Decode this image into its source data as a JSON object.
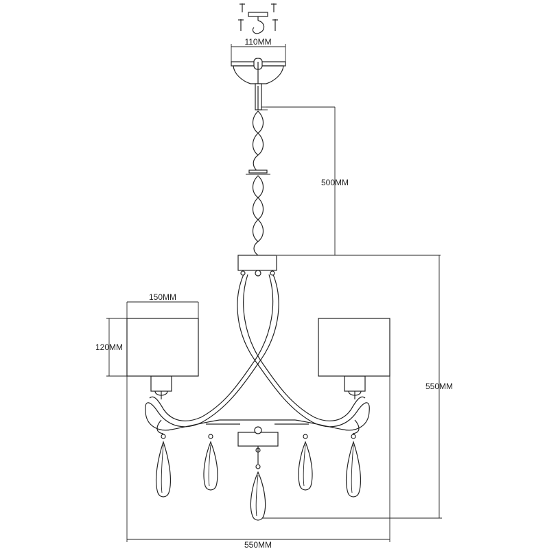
{
  "dimensions": {
    "canopy_width": "110MM",
    "chain_length": "500MM",
    "shade_width": "150MM",
    "shade_height": "120MM",
    "total_height": "550MM",
    "total_width": "550MM"
  }
}
